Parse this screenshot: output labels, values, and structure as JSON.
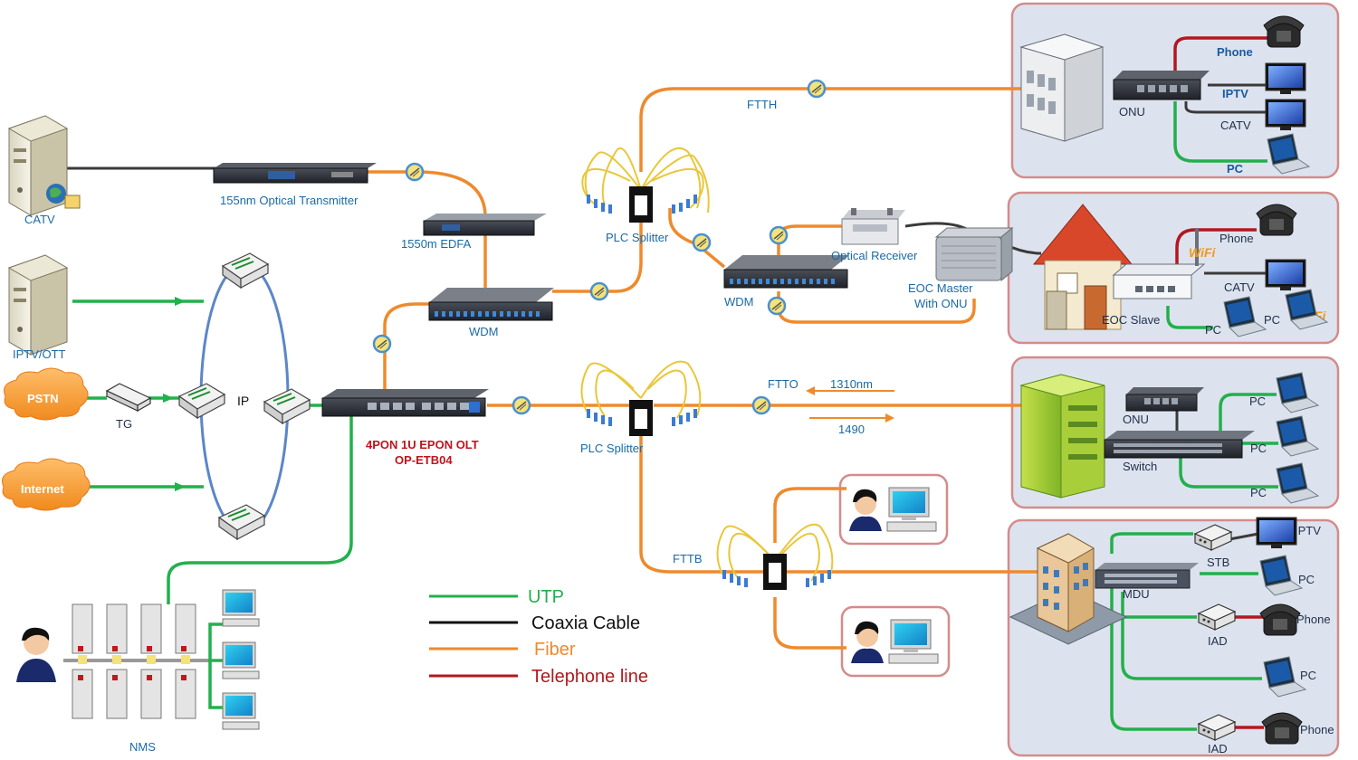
{
  "labels": {
    "catv": "CATV",
    "transmitter": "155nm Optical Transmitter",
    "edfa": "1550m EDFA",
    "wdm_top": "WDM",
    "plc_top": "PLC Splitter",
    "ftth": "FTTH",
    "wdm_mid": "WDM",
    "optical_receiver": "Optical Receiver",
    "eoc_master_1": "EOC Master",
    "eoc_master_2": "With ONU",
    "iptv_ott": "IPTV/OTT",
    "pstn": "PSTN",
    "tg": "TG",
    "ip": "IP",
    "internet": "Internet",
    "olt_1": "4PON 1U EPON OLT",
    "olt_2": "OP-ETB04",
    "plc_mid": "PLC Splitter",
    "ftto": "FTTO",
    "wl_1310": "1310nm",
    "wl_1490": "1490",
    "fttb": "FTTB",
    "nms": "NMS",
    "p1_onu": "ONU",
    "p1_phone": "Phone",
    "p1_iptv": "IPTV",
    "p1_catv": "CATV",
    "p1_pc": "PC",
    "p2_phone": "Phone",
    "p2_catv": "CATV",
    "p2_eoc_slave": "EOC Slave",
    "p2_pc1": "PC",
    "p2_pc2": "PC",
    "p2_wifi1": "WiFi",
    "p2_wifi2": "WiFi",
    "p3_onu": "ONU",
    "p3_switch": "Switch",
    "p3_pc1": "PC",
    "p3_pc2": "PC",
    "p3_pc3": "PC",
    "p4_iptv": "IPTV",
    "p4_stb": "STB",
    "p4_mdu": "MDU",
    "p4_pc1": "PC",
    "p4_iad1": "IAD",
    "p4_phone1": "Phone",
    "p4_pc2": "PC",
    "p4_iad2": "IAD",
    "p4_phone2": "Phone"
  },
  "legend": [
    {
      "label": "UTP",
      "color": "#22b04b",
      "text_color": "#22b04b"
    },
    {
      "label": "Coaxia Cable",
      "color": "#111111",
      "text_color": "#111111"
    },
    {
      "label": "Fiber",
      "color": "#ee8a2d",
      "text_color": "#ee8a2d"
    },
    {
      "label": "Telephone line",
      "color": "#b3171f",
      "text_color": "#b3171f"
    }
  ],
  "colors": {
    "fiber": "#ee8a2d",
    "utp": "#22b04b",
    "coax": "#111111",
    "telephone": "#b3171f",
    "label_blue": "#1a6aa6",
    "olt_red": "#c0141c",
    "panel_bg": "#dde3ee",
    "panel_border": "#d58b8b"
  }
}
